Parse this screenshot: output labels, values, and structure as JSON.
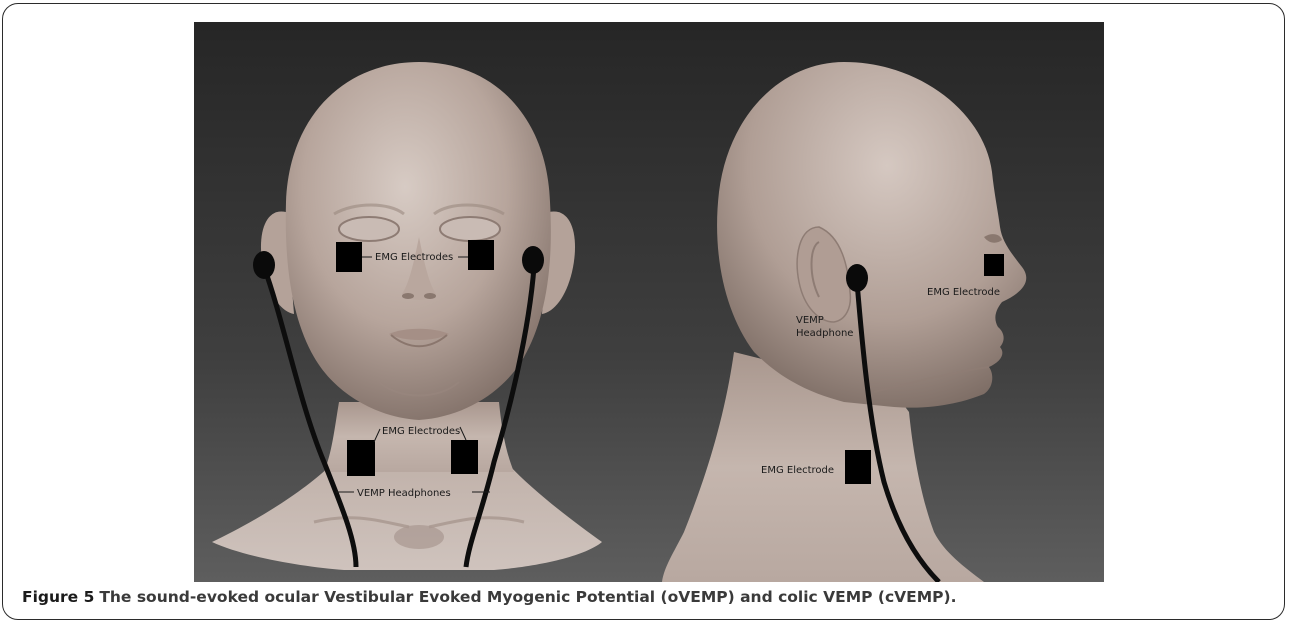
{
  "figure": {
    "labels": {
      "front_eye_electrodes": "EMG Electrodes",
      "front_neck_electrodes": "EMG Electrodes",
      "front_headphones": "VEMP Headphones",
      "side_eye_electrode": "EMG Electrode",
      "side_headphone_line1": "VEMP",
      "side_headphone_line2": "Headphone",
      "side_neck_electrode": "EMG Electrode"
    },
    "colors": {
      "background_top": "#2a2a2a",
      "background_bottom": "#5c5c5c",
      "skin_light": "#cdbfb8",
      "skin_mid": "#a8968d",
      "skin_dark": "#7d6c64",
      "marker": "#000000"
    }
  },
  "caption": {
    "figure_number": "Figure 5",
    "text": "The sound-evoked ocular Vestibular Evoked Myogenic Potential (oVEMP) and colic VEMP (cVEMP)."
  }
}
